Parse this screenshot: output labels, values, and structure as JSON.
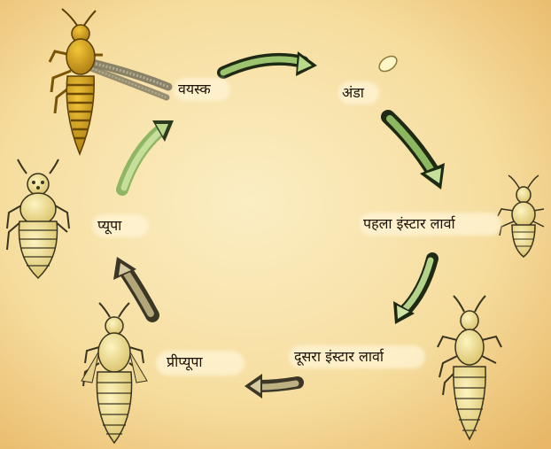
{
  "stages": {
    "adult": "वयस्क",
    "egg": "अंडा",
    "first_instar": "पहला इंस्टार लार्वा",
    "second_instar": "दूसरा इंस्टार लार्वा",
    "prepupa": "प्रीप्यूपा",
    "pupa": "प्यूपा"
  },
  "colors": {
    "background_light": "#f9e7b3",
    "background_dark": "#e9b86a",
    "arrow_dark": "#2d3a1e",
    "arrow_green": "#b8d88a",
    "arrow_olive": "#b9ae83",
    "insect_yellow": "#e8d28a",
    "adult_yellow": "#d9a416"
  },
  "icons": [
    "adult-thrips-icon",
    "egg-icon",
    "first-instar-larva-icon",
    "second-instar-larva-icon",
    "prepupa-icon",
    "pupa-icon"
  ]
}
